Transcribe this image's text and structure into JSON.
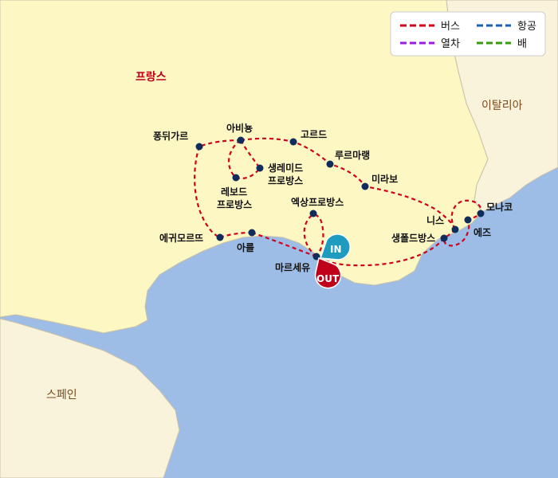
{
  "countries": {
    "france": "프랑스",
    "italy": "이탈리아",
    "spain": "스페인"
  },
  "legend": {
    "bus": "버스",
    "air": "항공",
    "train": "열차",
    "ship": "배"
  },
  "colors": {
    "bus": "#d0021b",
    "air": "#1a5fb4",
    "train": "#9b1bde",
    "ship": "#3a9a12",
    "land_main": "#fdf7c4",
    "land_other": "#faf3dc",
    "sea": "#9dbde6",
    "dot": "#0f2d5c",
    "pin_in": "#1f9bbf",
    "pin_out": "#c0001a"
  },
  "places": {
    "pongdwigareu": "퐁뒤가르",
    "abinyong": "아비뇽",
    "goreudeu": "고르드",
    "rureumaraeng": "루르마랭",
    "saengremideu1": "생레미드",
    "saengremideu2": "프로방스",
    "rebodeu1": "레보드",
    "rebodeu2": "프로방스",
    "mirabo": "미라보",
    "eksang": "엑상프로방스",
    "egwimoreuddeu": "에귀모르뜨",
    "areul": "아를",
    "mareuseyu": "마르세유",
    "niseu": "니스",
    "saengpoldeu": "생폴드방스",
    "monako": "모나코",
    "ejeu": "에즈"
  },
  "pins": {
    "in": "IN",
    "out": "OUT"
  }
}
